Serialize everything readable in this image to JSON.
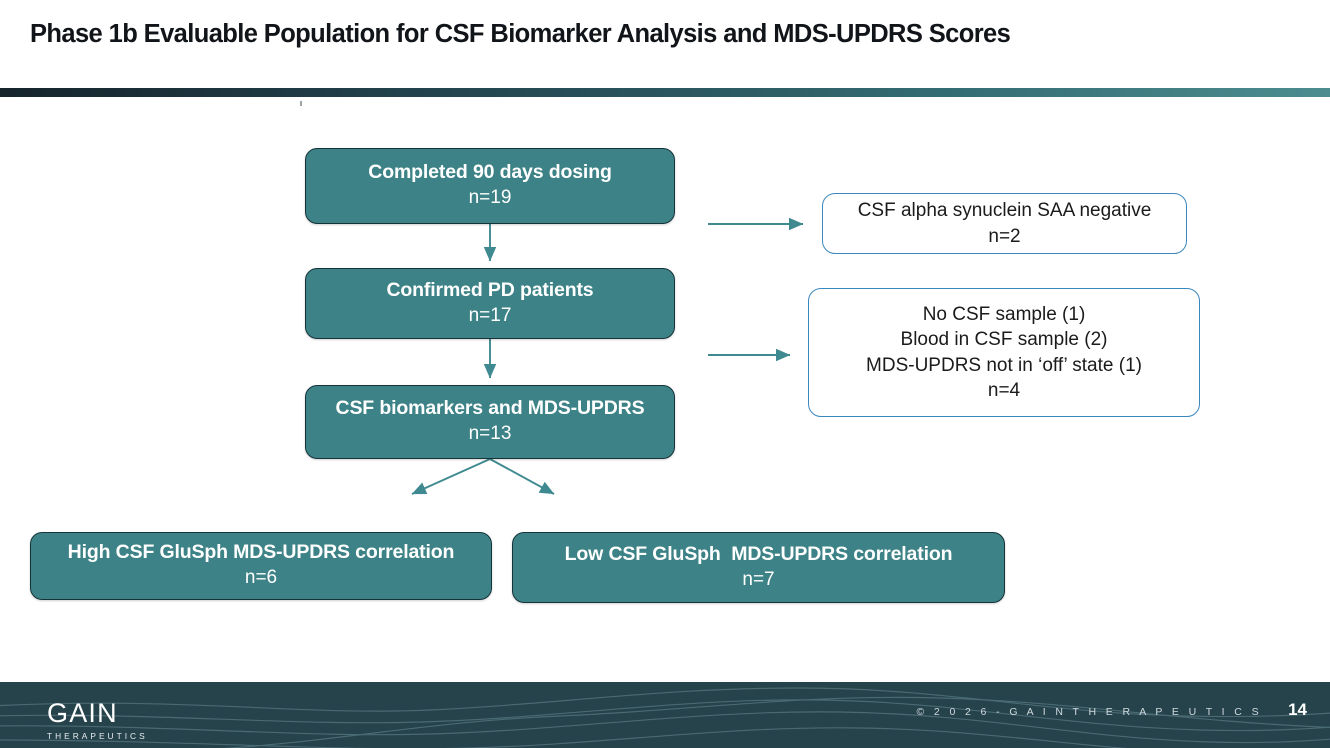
{
  "slide": {
    "title": "Phase 1b Evaluable Population for CSF Biomarker Analysis and MDS-UPDRS Scores",
    "accent_teal": "#3d8286",
    "accent_border": "#14343a",
    "accent_blue_border": "#3b88bd",
    "footer_bg": "#26424b",
    "rule_gradient_from": "#16242c",
    "rule_gradient_to": "#4c8d90"
  },
  "flow": {
    "main_nodes": [
      {
        "label": "Completed 90 days dosing",
        "count": "n=19"
      },
      {
        "label": "Confirmed PD patients",
        "count": "n=17"
      },
      {
        "label": "CSF biomarkers and MDS-UPDRS",
        "count": "n=13"
      }
    ],
    "outcome_nodes": [
      {
        "label": "High CSF GluSph MDS-UPDRS correlation",
        "count": "n=6"
      },
      {
        "label": "Low CSF GluSph  MDS-UPDRS correlation",
        "count": "n=7"
      }
    ],
    "exclusion_nodes": [
      {
        "lines": [
          "CSF alpha synuclein SAA negative"
        ],
        "count": "n=2"
      },
      {
        "lines": [
          "No CSF sample (1)",
          "Blood in CSF sample (2)",
          "MDS-UPDRS not in ‘off’ state (1)"
        ],
        "count": "n=4"
      }
    ]
  },
  "footer": {
    "logo_name": "GAIN",
    "logo_sub": "THERAPEUTICS",
    "copyright": "©  2 0 2 6   -   G A I N   T H E R A P E U T I C S",
    "page_number": "14"
  }
}
